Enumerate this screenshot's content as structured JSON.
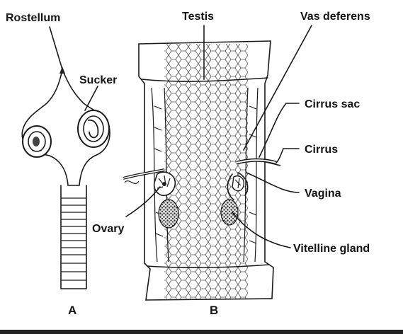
{
  "figure": {
    "panel_a": {
      "caption": "A",
      "labels": {
        "rostellum": "Rostellum",
        "sucker": "Sucker"
      }
    },
    "panel_b": {
      "caption": "B",
      "labels": {
        "testis": "Testis",
        "vas_deferens": "Vas deferens",
        "cirrus_sac": "Cirrus sac",
        "cirrus": "Cirrus",
        "vagina": "Vagina",
        "ovary": "Ovary",
        "vitelline_gland": "Vitelline gland"
      }
    }
  }
}
